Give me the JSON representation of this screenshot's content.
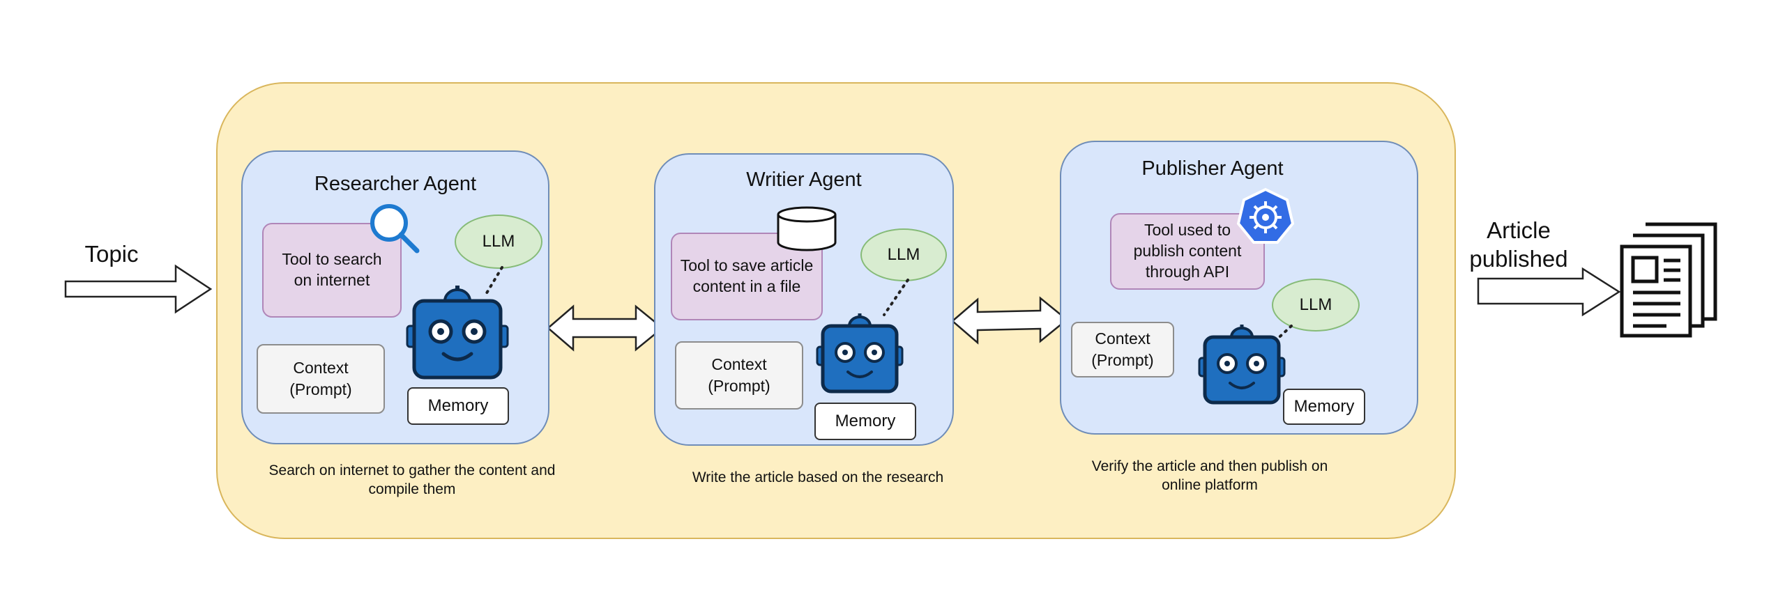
{
  "input_label": "Topic",
  "output_label": "Article\npublished",
  "agents": [
    {
      "title": "Researcher Agent",
      "tool": "Tool to search\non internet",
      "tool_icon": "magnifier-icon",
      "llm": "LLM",
      "context": "Context\n(Prompt)",
      "memory": "Memory",
      "caption": "Search on internet to gather the content and\ncompile them"
    },
    {
      "title": "Writier Agent",
      "tool": "Tool to save article\ncontent in a file",
      "tool_icon": "database-icon",
      "llm": "LLM",
      "context": "Context\n(Prompt)",
      "memory": "Memory",
      "caption": "Write the article based on the research"
    },
    {
      "title": "Publisher Agent",
      "tool": "Tool used to\npublish content\nthrough API",
      "tool_icon": "api-gear-icon",
      "llm": "LLM",
      "context": "Context\n(Prompt)",
      "memory": "Memory",
      "caption": "Verify the article and then publish on\nonline platform"
    }
  ],
  "colors": {
    "outer_fill": "#fdefc3",
    "agent_fill": "#d9e6fb",
    "tool_fill": "#e5d4e9",
    "llm_fill": "#d8ecd0",
    "robot_blue": "#1f6fbf",
    "robot_dark": "#0d2a4a",
    "api_badge": "#326ce5"
  }
}
